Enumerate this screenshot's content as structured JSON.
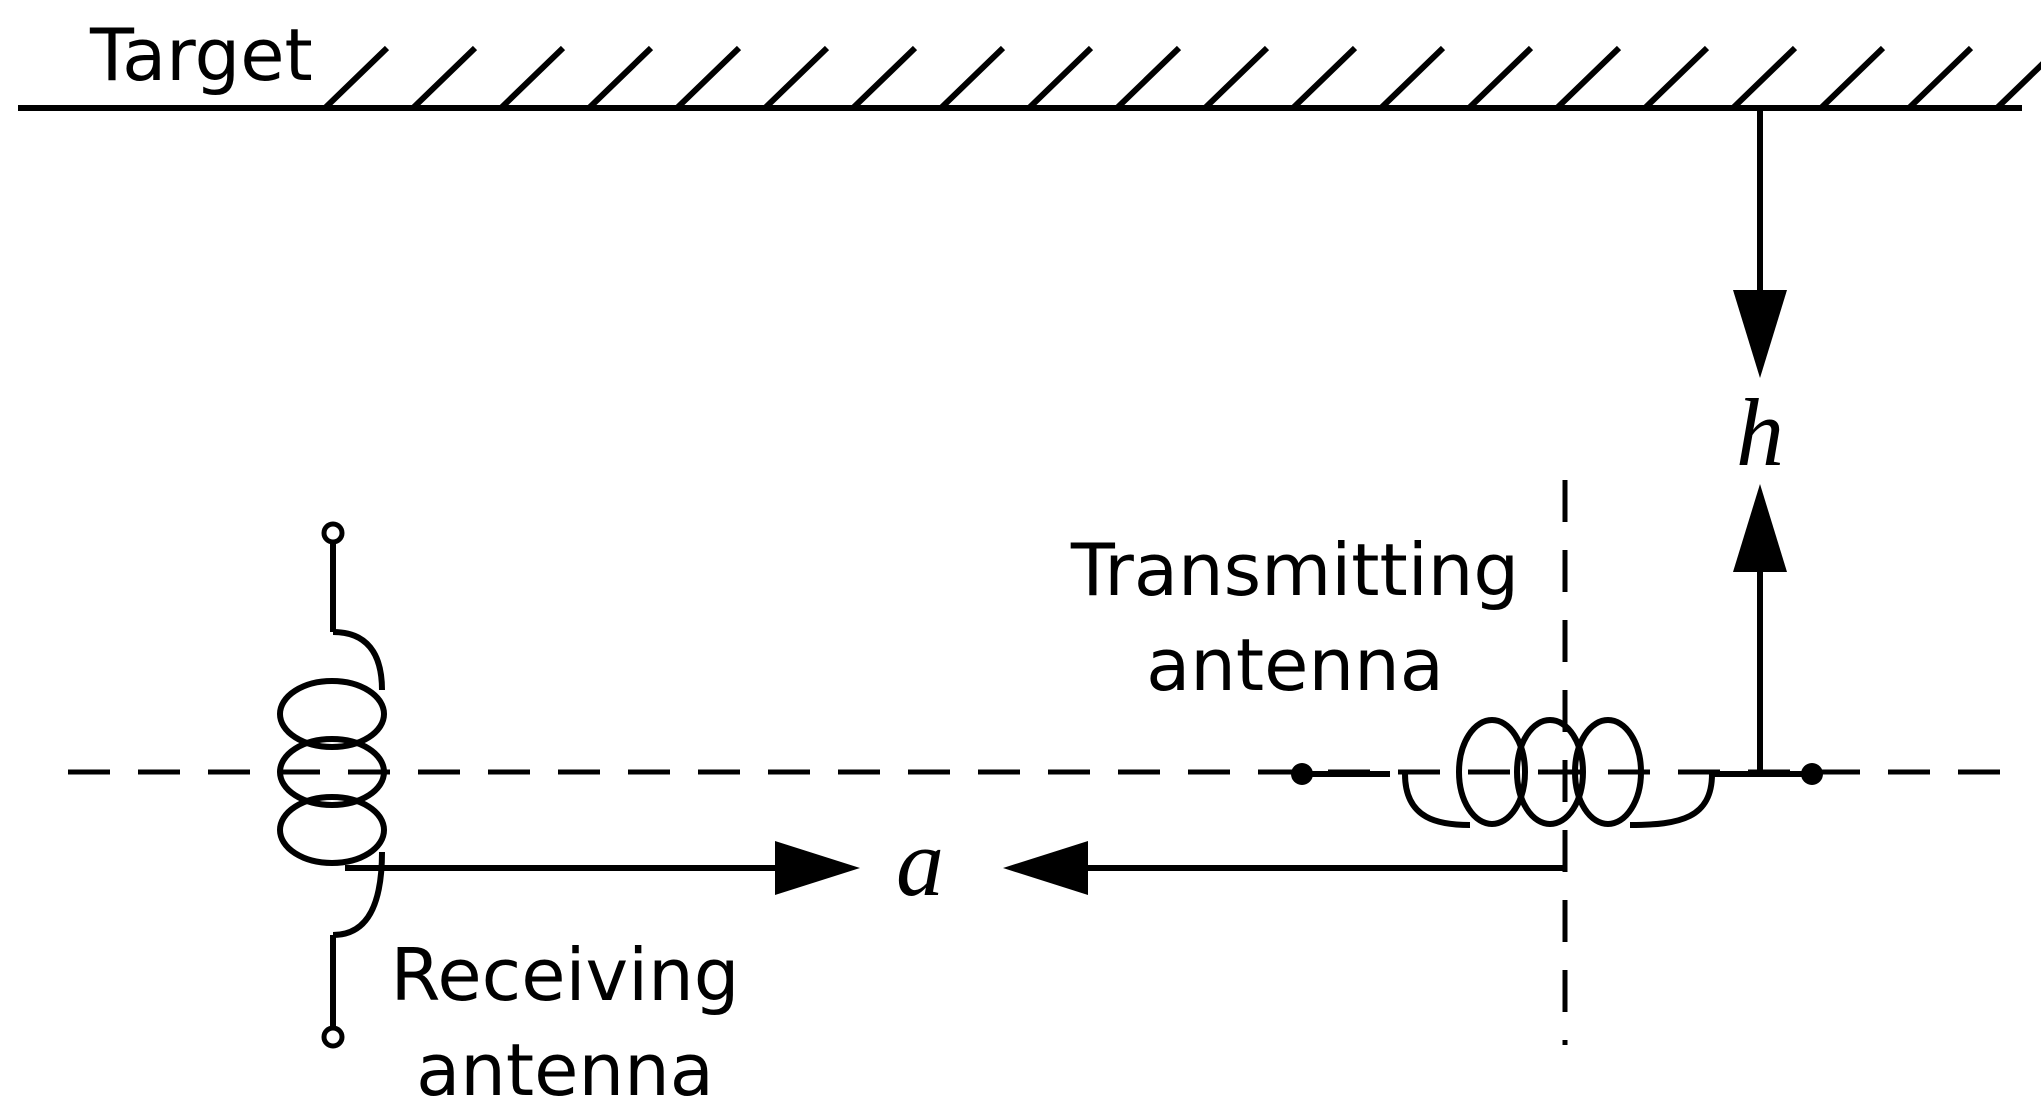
{
  "labels": {
    "target": "Target",
    "transmitting_line1": "Transmitting",
    "transmitting_line2": "antenna",
    "receiving_line1": "Receiving",
    "receiving_line2": "antenna",
    "height_symbol": "h",
    "distance_symbol": "a"
  },
  "colors": {
    "stroke": "#000000",
    "background": "#ffffff"
  }
}
